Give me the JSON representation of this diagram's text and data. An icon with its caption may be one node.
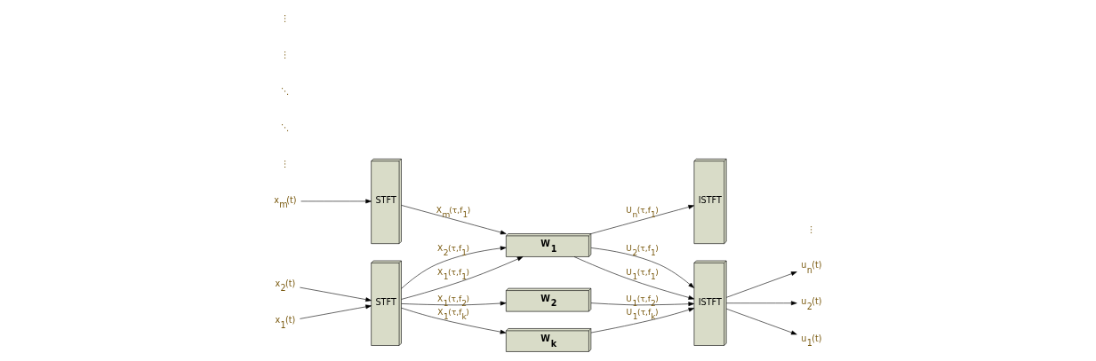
{
  "diagram": {
    "nodes": [
      {
        "text": [
          "x$_{m}$(t)"
        ]
      },
      {
        "text": [
          "x$_{2}$(t)"
        ]
      },
      {
        "text": [
          "x$_{1}$(t)"
        ]
      },
      {
        "text": [
          "STFT"
        ]
      },
      {
        "text": [
          "STFT"
        ]
      },
      {
        "text": [
          "W$_{1}$"
        ]
      },
      {
        "text": [
          "W$_{2}$"
        ]
      },
      {
        "text": [
          "W$_{k}$"
        ]
      },
      {
        "text": [
          "ISTFT"
        ]
      },
      {
        "text": [
          "ISTFT"
        ]
      },
      {
        "text": [
          "u$_{n}$(t)"
        ]
      },
      {
        "text": [
          "u$_{2}$(t)"
        ]
      },
      {
        "text": [
          "u$_{1}$(t)"
        ]
      }
    ],
    "edges": [
      {
        "from": 0,
        "to": 3,
        "arrow": "to"
      },
      {
        "from": 1,
        "to": 4,
        "arrow": "to"
      },
      {
        "from": 2,
        "to": 4,
        "arrow": "to"
      },
      {
        "from": 3,
        "to": 5,
        "arrow": "to",
        "label": "X$_{m}$(τ,f$_{1}$)"
      },
      {
        "from": 4,
        "to": 5,
        "arrow": "to",
        "label": "X$_{2}$(τ,f$_{1}$)"
      },
      {
        "from": 4,
        "to": 5,
        "arrow": "to",
        "label": "X$_{1}$(τ,f$_{1}$)"
      },
      {
        "from": 4,
        "to": 6,
        "arrow": "to",
        "label": "X$_{1}$(τ,f$_{2}$)"
      },
      {
        "from": 4,
        "to": 7,
        "arrow": "to",
        "label": "X$_{1}$(τ,f$_{k}$)"
      },
      {
        "from": 5,
        "to": 8,
        "arrow": "to",
        "label": "U$_{n}$(τ,f$_{1}$)"
      },
      {
        "from": 5,
        "to": 9,
        "arrow": "to",
        "label": "U$_{2}$(τ,f$_{1}$)"
      },
      {
        "from": 5,
        "to": 9,
        "arrow": "to",
        "label": "U$_{1}$(τ,f$_{1}$)"
      },
      {
        "from": 6,
        "to": 9,
        "arrow": "to",
        "label": "U$_{1}$(τ,f$_{2}$)"
      },
      {
        "from": 7,
        "to": 9,
        "arrow": "to",
        "label": "U$_{1}$(τ,f$_{k}$)"
      },
      {
        "from": 9,
        "to": 10,
        "arrow": "to"
      },
      {
        "from": 9,
        "to": 11,
        "arrow": "to"
      },
      {
        "from": 9,
        "to": 12,
        "arrow": "to"
      }
    ],
    "labels": [
      "⋮",
      "⋱",
      "⋱",
      "⋮",
      "⋮",
      "⋮"
    ]
  }
}
